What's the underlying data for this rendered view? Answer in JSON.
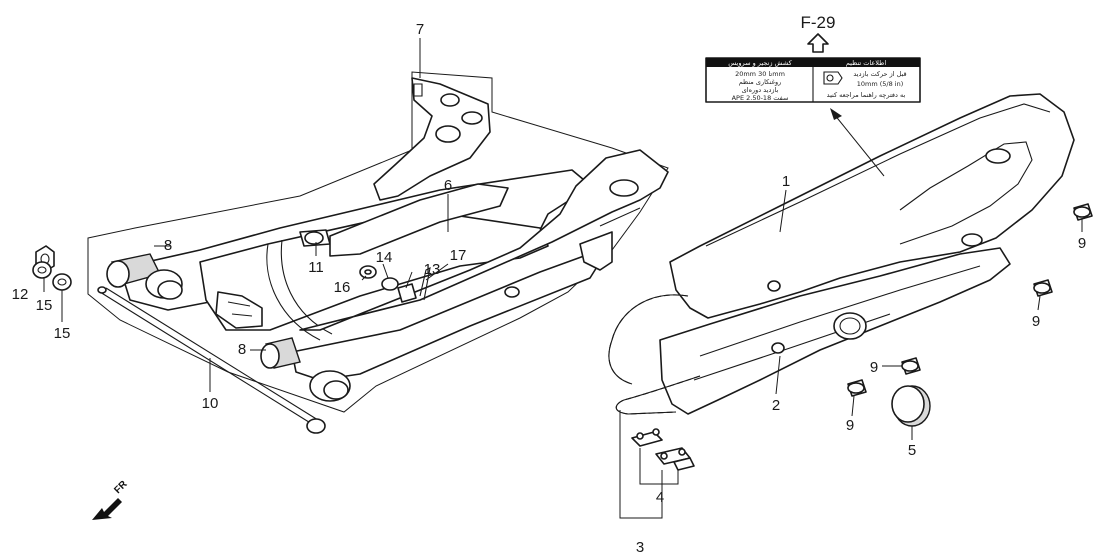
{
  "reference": {
    "code": "F-29"
  },
  "direction": {
    "label": "FR"
  },
  "decal_label": {
    "left_header": "ﮐﺸﺶ ﺯﻧﺠﯿﺮ ﻭ ﺳﺮﻭﯾﺲ",
    "right_header": "ﺍﻃﻼﻋﺎﺕ ﺗﻨﻈﯿﻢ",
    "left_lines": [
      "20mm ﺗﺎ 30mm",
      "ﺭﻭﻏﻨﮑﺎﺭﯼ ﻣﻨﻈﻢ",
      "ﺑﺎﺯﺩﯾﺪ ﺩﻭﺭﻩ‌ﺍﯼ",
      "APE 2.50-18 ﺳﻔﺖ"
    ],
    "right_lines": [
      "ﻗﺒﻞ ﺍﺯ ﺣﺮﮐﺖ ﺑﺎﺯﺩﯾﺪ",
      "10mm (5/8 in)",
      "ﺑﻪ ﺩﻓﺘﺮﭼﻪ ﺭﺍﻫﻨﻤﺎ ﻣﺮﺍﺟﻌﻪ ﮐﻨﯿﺪ"
    ]
  },
  "callouts": [
    {
      "id": "1",
      "text": "1"
    },
    {
      "id": "2",
      "text": "2"
    },
    {
      "id": "3",
      "text": "3"
    },
    {
      "id": "4",
      "text": "4"
    },
    {
      "id": "5",
      "text": "5"
    },
    {
      "id": "6",
      "text": "6"
    },
    {
      "id": "7",
      "text": "7"
    },
    {
      "id": "8a",
      "text": "8"
    },
    {
      "id": "8b",
      "text": "8"
    },
    {
      "id": "9a",
      "text": "9"
    },
    {
      "id": "9b",
      "text": "9"
    },
    {
      "id": "9c",
      "text": "9"
    },
    {
      "id": "9d",
      "text": "9"
    },
    {
      "id": "10",
      "text": "10"
    },
    {
      "id": "11",
      "text": "11"
    },
    {
      "id": "12",
      "text": "12"
    },
    {
      "id": "13",
      "text": "13"
    },
    {
      "id": "14",
      "text": "14"
    },
    {
      "id": "15a",
      "text": "15"
    },
    {
      "id": "15b",
      "text": "15"
    },
    {
      "id": "16",
      "text": "16"
    },
    {
      "id": "17",
      "text": "17"
    }
  ]
}
